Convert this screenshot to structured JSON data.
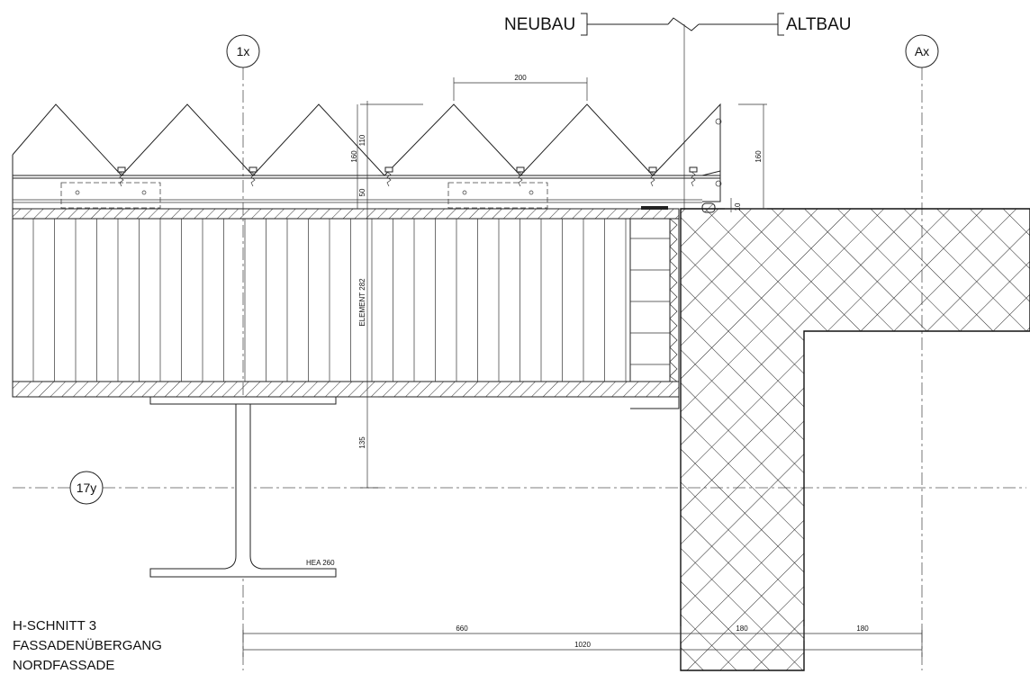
{
  "labels": {
    "new_building": "NEUBAU",
    "old_building": "ALTBAU"
  },
  "grid_axes": {
    "axis_1x": "1x",
    "axis_ax": "Ax",
    "axis_17y": "17y"
  },
  "dimensions": {
    "d200": "200",
    "d160_left": "160",
    "d110": "110",
    "d50": "50",
    "element": "ELEMENT 282",
    "d135": "135",
    "d160_right": "160",
    "d10": "10",
    "d660": "660",
    "d180_a": "180",
    "d180_b": "180",
    "d1020": "1020"
  },
  "profile_label": "HEA 260",
  "title_block": {
    "line1": "H-SCHNITT 3",
    "line2": "FASSADENÜBERGANG",
    "line3": "NORDFASSADE"
  }
}
